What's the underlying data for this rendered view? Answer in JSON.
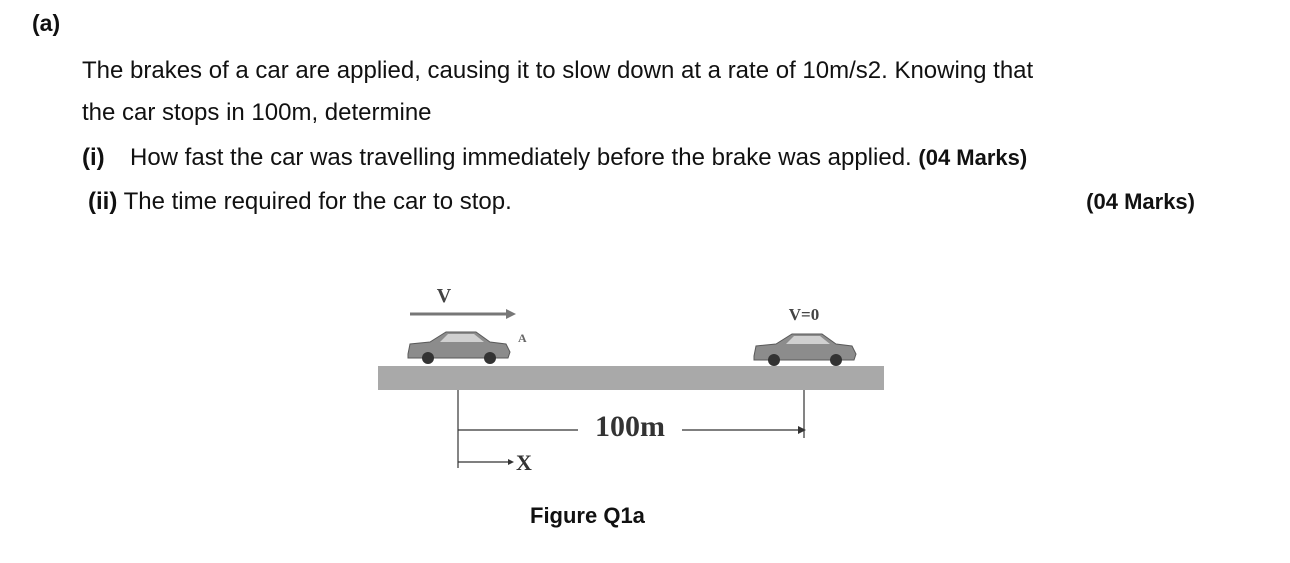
{
  "part_label": "(a)",
  "intro": {
    "line1": "The brakes of a car are applied, causing it to slow down at a rate of 10m/s2. Knowing that",
    "line2": "the car stops in 100m, determine"
  },
  "questions": [
    {
      "number": "(i)",
      "text": "How fast the car was travelling immediately before the brake was applied.",
      "marks": "(04 Marks)"
    },
    {
      "number": "(ii)",
      "text": "The time required for the car to stop.",
      "marks": "(04 Marks)"
    }
  ],
  "figure": {
    "label_v_start": "V",
    "label_a": "A",
    "label_v_end": "V=0",
    "distance": "100m",
    "axis_x": "X",
    "caption": "Figure Q1a",
    "colors": {
      "ground": "#a9a9a9",
      "car": "#8c8c8c",
      "line": "#333333"
    }
  }
}
